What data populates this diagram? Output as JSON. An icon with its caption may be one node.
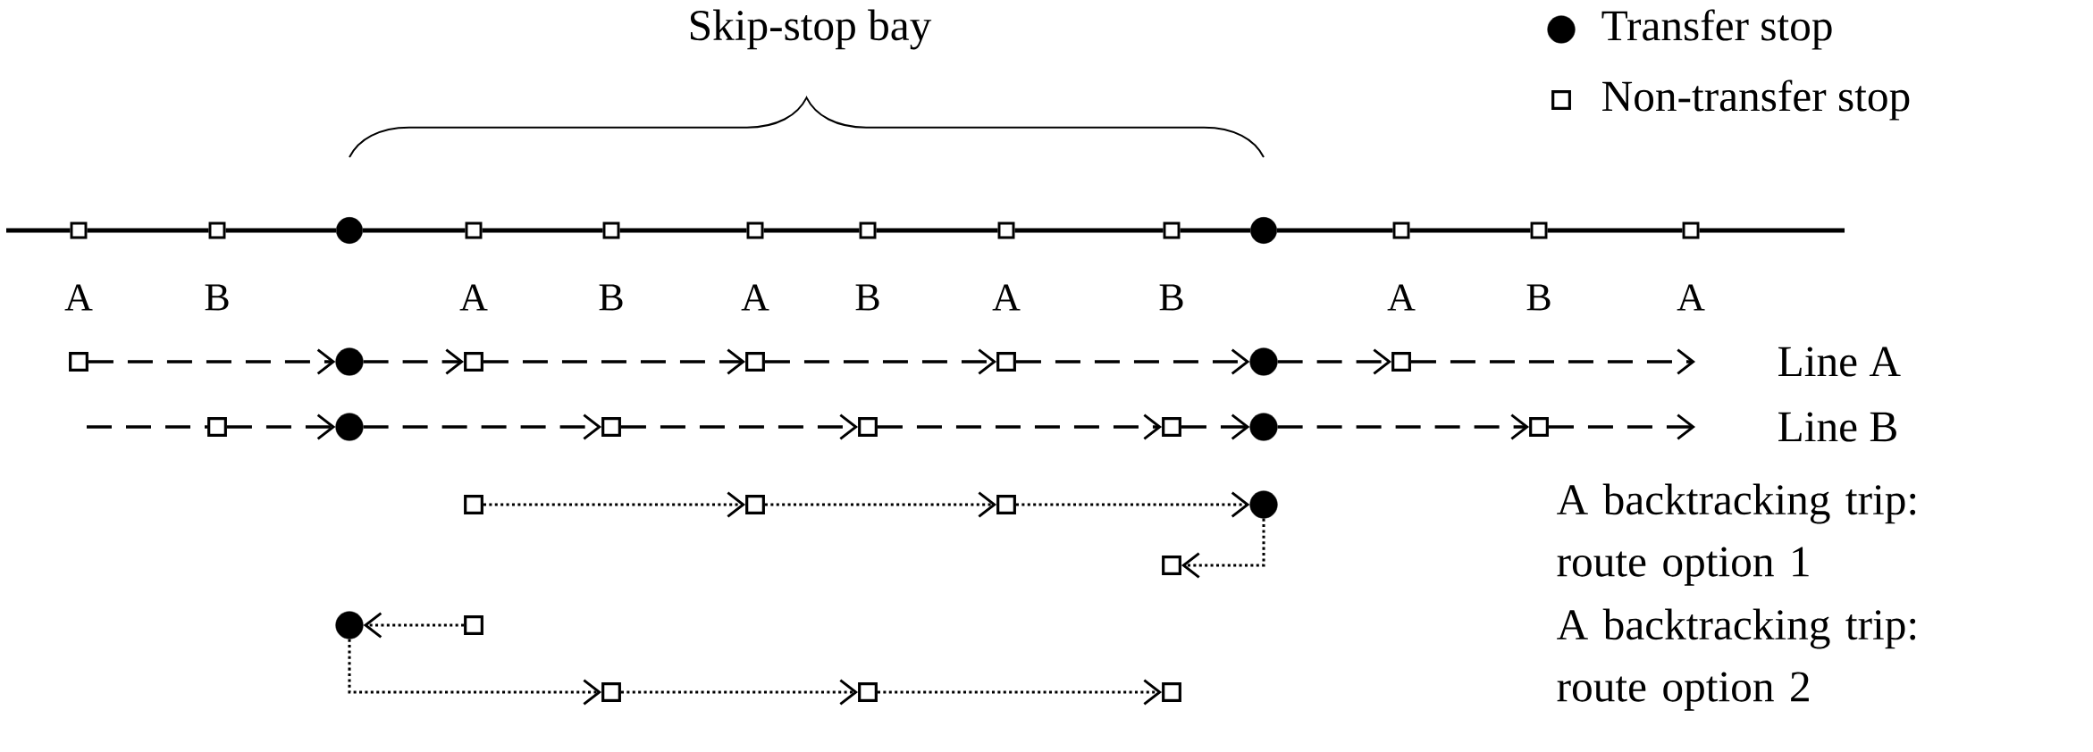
{
  "diagram": {
    "nodes": [
      {
        "text": [],
        "shape": "box",
        "beside": [
          "A"
        ]
      },
      {
        "text": [],
        "shape": "box",
        "beside": [
          "B"
        ]
      },
      {
        "text": [],
        "shape": "circle"
      },
      {
        "text": [],
        "shape": "box",
        "beside": [
          "A"
        ]
      },
      {
        "text": [],
        "shape": "box",
        "beside": [
          "B"
        ]
      },
      {
        "text": [],
        "shape": "box",
        "beside": [
          "A"
        ]
      },
      {
        "text": [],
        "shape": "box",
        "beside": [
          "B"
        ]
      },
      {
        "text": [],
        "shape": "box",
        "beside": [
          "A"
        ]
      },
      {
        "text": [],
        "shape": "box",
        "beside": [
          "B"
        ]
      },
      {
        "text": [],
        "shape": "circle"
      },
      {
        "text": [],
        "shape": "box",
        "beside": [
          "A"
        ]
      },
      {
        "text": [],
        "shape": "box",
        "beside": [
          "B"
        ]
      },
      {
        "text": [],
        "shape": "box",
        "beside": [
          "A"
        ]
      },
      {
        "text": [],
        "shape": "box"
      },
      {
        "text": [],
        "shape": "circle"
      },
      {
        "text": [],
        "shape": "box"
      },
      {
        "text": [],
        "shape": "box"
      },
      {
        "text": [],
        "shape": "box"
      },
      {
        "text": [],
        "shape": "circle"
      },
      {
        "text": [],
        "shape": "box"
      },
      {
        "text": [],
        "shape": "box"
      },
      {
        "text": [],
        "shape": "circle"
      },
      {
        "text": [],
        "shape": "box"
      },
      {
        "text": [],
        "shape": "box"
      },
      {
        "text": [],
        "shape": "box"
      },
      {
        "text": [],
        "shape": "circle"
      },
      {
        "text": [],
        "shape": "box"
      },
      {
        "text": [],
        "shape": "box"
      },
      {
        "text": [],
        "shape": "box"
      },
      {
        "text": [],
        "shape": "box"
      },
      {
        "text": [],
        "shape": "circle"
      },
      {
        "text": [],
        "shape": "box"
      },
      {
        "text": [],
        "shape": "circle"
      },
      {
        "text": [],
        "shape": "box"
      },
      {
        "text": [],
        "shape": "box"
      },
      {
        "text": [],
        "shape": "box"
      },
      {
        "text": [],
        "shape": "box"
      }
    ],
    "edges": [
      {
        "from": null,
        "to": 0,
        "arrow": "none"
      },
      {
        "from": 0,
        "to": 1,
        "arrow": "none"
      },
      {
        "from": 1,
        "to": 2,
        "arrow": "none"
      },
      {
        "from": 2,
        "to": 3,
        "arrow": "none"
      },
      {
        "from": 3,
        "to": 4,
        "arrow": "none"
      },
      {
        "from": 4,
        "to": 5,
        "arrow": "none"
      },
      {
        "from": 5,
        "to": 6,
        "arrow": "none"
      },
      {
        "from": 6,
        "to": 7,
        "arrow": "none"
      },
      {
        "from": 7,
        "to": 8,
        "arrow": "none"
      },
      {
        "from": 8,
        "to": 9,
        "arrow": "none"
      },
      {
        "from": 9,
        "to": 10,
        "arrow": "none"
      },
      {
        "from": 10,
        "to": 11,
        "arrow": "none"
      },
      {
        "from": 11,
        "to": 12,
        "arrow": "none"
      },
      {
        "from": 12,
        "to": null,
        "arrow": "none"
      },
      {
        "from": 13,
        "to": 14,
        "arrow": "to",
        "style": "dashed"
      },
      {
        "from": 14,
        "to": 15,
        "arrow": "to",
        "style": "dashed"
      },
      {
        "from": 15,
        "to": 16,
        "arrow": "to",
        "style": "dashed"
      },
      {
        "from": 16,
        "to": 17,
        "arrow": "to",
        "style": "dashed"
      },
      {
        "from": 17,
        "to": 18,
        "arrow": "to",
        "style": "dashed"
      },
      {
        "from": 18,
        "to": 19,
        "arrow": "to",
        "style": "dashed"
      },
      {
        "from": 19,
        "to": null,
        "arrow": "to",
        "style": "dashed"
      },
      {
        "from": null,
        "to": 20,
        "arrow": "none",
        "style": "dashed"
      },
      {
        "from": 20,
        "to": 21,
        "arrow": "to",
        "style": "dashed"
      },
      {
        "from": 21,
        "to": 22,
        "arrow": "to",
        "style": "dashed"
      },
      {
        "from": 22,
        "to": 23,
        "arrow": "to",
        "style": "dashed"
      },
      {
        "from": 23,
        "to": 24,
        "arrow": "to",
        "style": "dashed"
      },
      {
        "from": 24,
        "to": 25,
        "arrow": "to",
        "style": "dashed"
      },
      {
        "from": 25,
        "to": 26,
        "arrow": "to",
        "style": "dashed"
      },
      {
        "from": 26,
        "to": null,
        "arrow": "to",
        "style": "dashed"
      },
      {
        "from": 27,
        "to": 28,
        "arrow": "to",
        "style": "dashed"
      },
      {
        "from": 28,
        "to": 29,
        "arrow": "to",
        "style": "dashed"
      },
      {
        "from": 29,
        "to": 30,
        "arrow": "to",
        "style": "dashed"
      },
      {
        "from": 30,
        "to": 31,
        "arrow": "to",
        "style": "dashed"
      },
      {
        "from": 33,
        "to": 32,
        "arrow": "to",
        "style": "dashed"
      },
      {
        "from": 32,
        "to": 34,
        "arrow": "to",
        "style": "dashed"
      },
      {
        "from": 34,
        "to": 35,
        "arrow": "to",
        "style": "dashed"
      },
      {
        "from": 35,
        "to": 36,
        "arrow": "to",
        "style": "dashed"
      }
    ],
    "labels": [
      "Skip-stop bay",
      "Line A",
      "Line B",
      "A backtracking trip: route option 1",
      "A backtracking trip: route option 2"
    ],
    "legend": [
      {
        "text": "Transfer stop"
      },
      {
        "text": "Non-transfer stop"
      }
    ]
  }
}
